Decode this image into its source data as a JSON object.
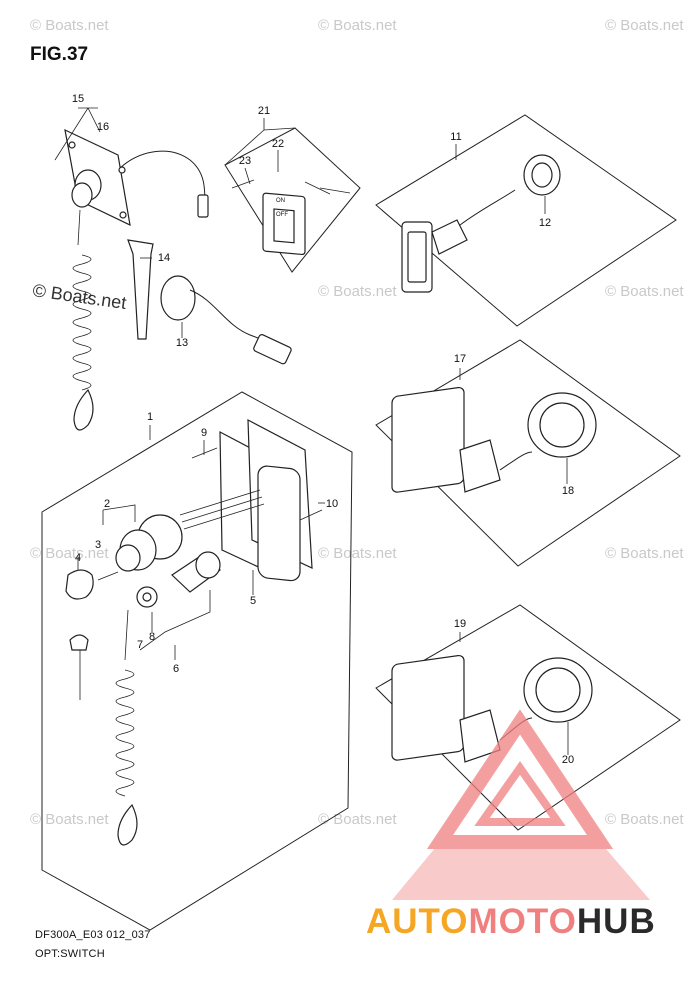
{
  "figure": {
    "title": "FIG.37",
    "footer_model": "DF300A_E03 012_037",
    "footer_name": "OPT:SWITCH"
  },
  "watermark": {
    "text": "© Boats.net",
    "text_large": "© Boats.net"
  },
  "brand": {
    "part1": "AUTO",
    "part2": "MOTO",
    "part3": "HUB",
    "color_primary": "#f5a623",
    "color_secondary": "#f08080",
    "color_dark": "#2a2a2a"
  },
  "callouts": [
    "1",
    "2",
    "3",
    "4",
    "5",
    "6",
    "7",
    "8",
    "9",
    "10",
    "11",
    "12",
    "13",
    "14",
    "15",
    "16",
    "17",
    "18",
    "19",
    "20",
    "21",
    "22",
    "23"
  ],
  "panel_text": {
    "switch_on": "ON",
    "switch_off": "OFF"
  }
}
